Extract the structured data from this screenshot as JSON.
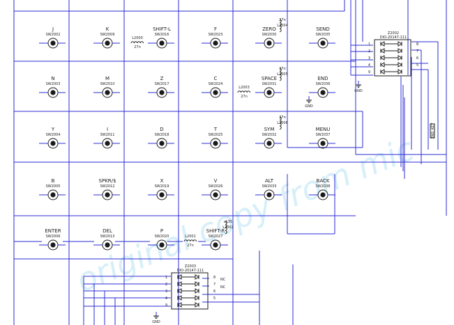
{
  "keys": [
    {
      "label": "J",
      "ref": "SW2002"
    },
    {
      "label": "K",
      "ref": "SW2009"
    },
    {
      "label": "SHIFT-L",
      "ref": "SW2016"
    },
    {
      "label": "F",
      "ref": "SW2023"
    },
    {
      "label": "ZERO",
      "ref": "SW2030"
    },
    {
      "label": "SEND",
      "ref": "SW2035"
    },
    {
      "label": "N",
      "ref": "SW2003"
    },
    {
      "label": "M",
      "ref": "SW2010"
    },
    {
      "label": "Z",
      "ref": "SW2017"
    },
    {
      "label": "C",
      "ref": "SW2024"
    },
    {
      "label": "SPACE",
      "ref": "SW2031"
    },
    {
      "label": "END",
      "ref": "SW2036"
    },
    {
      "label": "Y",
      "ref": "SW2004"
    },
    {
      "label": "I",
      "ref": "SW2011"
    },
    {
      "label": "D",
      "ref": "SW2018"
    },
    {
      "label": "T",
      "ref": "SW2025"
    },
    {
      "label": "SYM",
      "ref": "SW2032"
    },
    {
      "label": "MENU",
      "ref": "SW2037"
    },
    {
      "label": "B",
      "ref": "SW2005"
    },
    {
      "label": "SPKR/$",
      "ref": "SW2012"
    },
    {
      "label": "X",
      "ref": "SW2019"
    },
    {
      "label": "V",
      "ref": "SW2026"
    },
    {
      "label": "ALT",
      "ref": "SW2033"
    },
    {
      "label": "BACK",
      "ref": "SW2038"
    },
    {
      "label": "ENTER",
      "ref": "SW2006"
    },
    {
      "label": "DEL",
      "ref": "SW2013"
    },
    {
      "label": "P",
      "ref": "SW2020"
    },
    {
      "label": "SHIFT-R",
      "ref": "SW2027"
    }
  ],
  "inductors": {
    "l2000": {
      "ref": "L2000",
      "val": "27n"
    },
    "l2003": {
      "ref": "L2003",
      "val": "27n"
    },
    "l2001": {
      "ref": "L2001",
      "val": "27n"
    },
    "l2004": {
      "ref": "L2004",
      "val": "27n"
    },
    "l2005": {
      "ref": "L2005",
      "val": "27n"
    },
    "l2006": {
      "ref": "L2006",
      "val": "27n"
    },
    "l2002": {
      "ref": "L2002",
      "val": "ak35"
    }
  },
  "diode_array_top": {
    "ref": "Z2002",
    "part": "DIO-20147-111",
    "left_pins": [
      "1",
      "2",
      "3",
      "4",
      "9"
    ],
    "right_pins": [
      "8",
      "7",
      "6",
      "5"
    ],
    "gnd": "GND"
  },
  "diode_array_bottom": {
    "ref": "Z2003",
    "part": "DIO-20147-111",
    "left_pins": [
      "1",
      "2",
      "3",
      "4",
      "9"
    ],
    "right_pins": [
      "8",
      "7",
      "6",
      "5"
    ],
    "nc": [
      "NC",
      "NC"
    ],
    "gnd": "GND"
  },
  "end_gnd": "GND",
  "side_net": "2ND_KEY",
  "watermark": "original copy from mic"
}
